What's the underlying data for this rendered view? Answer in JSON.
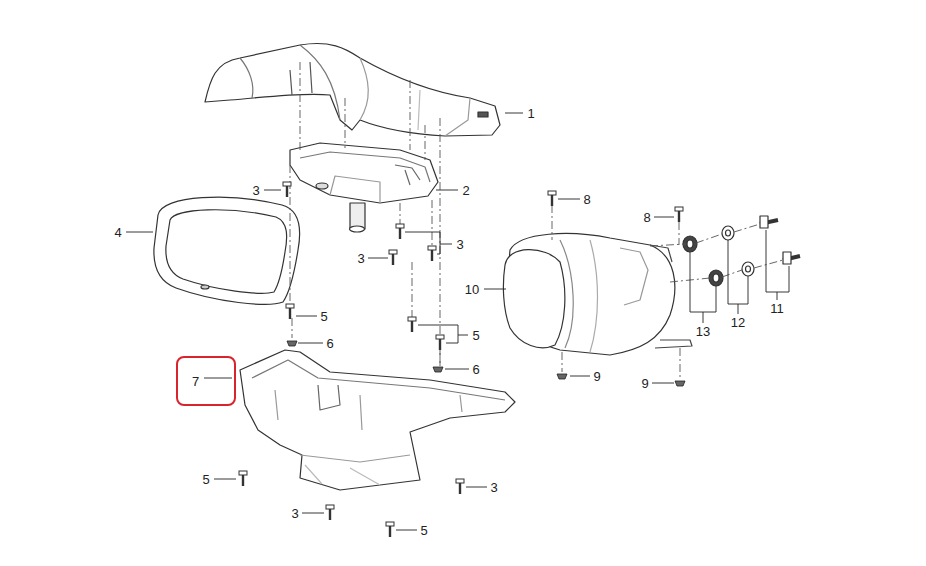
{
  "diagram": {
    "nodes": [
      {
        "text": [
          "7"
        ]
      }
    ],
    "edges": [],
    "labels": [
      "1",
      "2",
      "3",
      "8",
      "8",
      "4",
      "3",
      "3",
      "10",
      "11",
      "5",
      "12",
      "13",
      "5",
      "6",
      "6",
      "9",
      "9",
      "5",
      "3",
      "3",
      "5"
    ]
  }
}
